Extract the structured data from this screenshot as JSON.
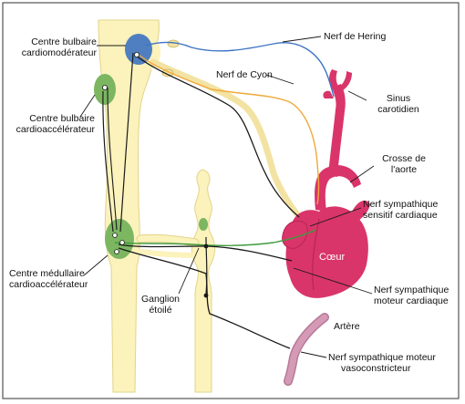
{
  "labels": {
    "centre_bulbaire_cardiomoderateur_l1": "Centre bulbaire",
    "centre_bulbaire_cardiomoderateur_l2": "cardiomodérateur",
    "centre_bulbaire_cardioaccelerateur_l1": "Centre bulbaire",
    "centre_bulbaire_cardioaccelerateur_l2": "cardioaccélérateur",
    "centre_medullaire_l1": "Centre médullaire",
    "centre_medullaire_l2": "cardioaccélérateur",
    "nerf_hering": "Nerf de Hering",
    "nerf_cyon": "Nerf de Cyon",
    "sinus_l1": "Sinus",
    "sinus_l2": "carotidien",
    "crosse_l1": "Crosse de",
    "crosse_l2": "l'aorte",
    "sympa_sensitif_l1": "Nerf sympathique",
    "sympa_sensitif_l2": "sensitif cardiaque",
    "coeur": "Cœur",
    "sympa_moteur_l1": "Nerf sympathique",
    "sympa_moteur_l2": "moteur cardiaque",
    "ganglion_l1": "Ganglion",
    "ganglion_l2": "étoilé",
    "artere": "Artère",
    "vasoconstricteur_l1": "Nerf sympathique moteur",
    "vasoconstricteur_l2": "vasoconstricteur"
  },
  "colors": {
    "cord": "#fbf2bc",
    "cord_stroke": "#e2d48a",
    "heart": "#d9356a",
    "heart_dark": "#b82655",
    "artery": "#c98aa8",
    "blue_center": "#4f7fc0",
    "green_center": "#7cb661",
    "blue_nerve": "#3f74c4",
    "orange_nerve": "#f0a93a",
    "green_nerve": "#3d9a3d",
    "black_nerve": "#1a1a1a"
  }
}
